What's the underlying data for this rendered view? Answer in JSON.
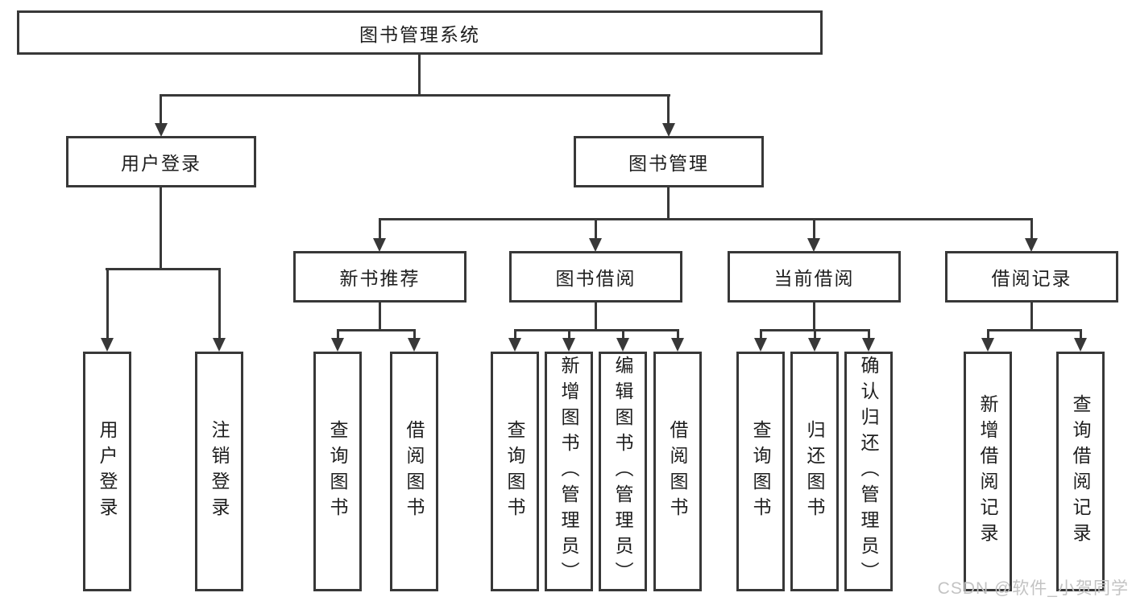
{
  "diagram": {
    "root_label": "图书管理系统",
    "branches": [
      {
        "label": "用户登录",
        "children": [
          {
            "label": "用户登录"
          },
          {
            "label": "注销登录"
          }
        ]
      },
      {
        "label": "图书管理",
        "children": [
          {
            "label": "新书推荐",
            "children": [
              {
                "label": "查询图书"
              },
              {
                "label": "借阅图书"
              }
            ]
          },
          {
            "label": "图书借阅",
            "children": [
              {
                "label": "查询图书"
              },
              {
                "label": "新增图书（管理员）"
              },
              {
                "label": "编辑图书（管理员）"
              },
              {
                "label": "借阅图书"
              }
            ]
          },
          {
            "label": "当前借阅",
            "children": [
              {
                "label": "查询图书"
              },
              {
                "label": "归还图书"
              },
              {
                "label": "确认归还（管理员）"
              }
            ]
          },
          {
            "label": "借阅记录",
            "children": [
              {
                "label": "新增借阅记录"
              },
              {
                "label": "查询借阅记录"
              }
            ]
          }
        ]
      }
    ]
  },
  "watermark": {
    "text": "CSDN @软件_小贺同学"
  },
  "colors": {
    "line": "#383838",
    "text": "#1e1e1e",
    "watermark": "#c3c3c3",
    "background": "#ffffff"
  }
}
